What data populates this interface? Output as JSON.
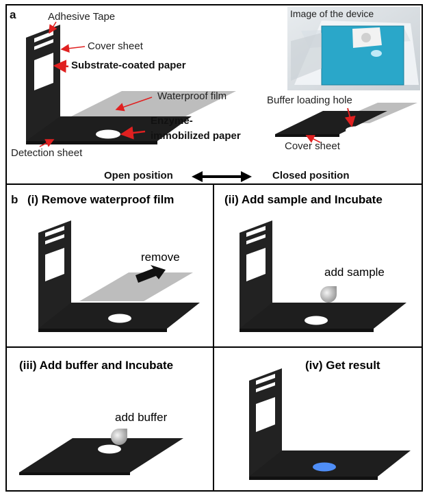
{
  "panel_a": {
    "letter": "a",
    "labels": {
      "adhesive_tape": "Adhesive Tape",
      "cover_sheet": "Cover sheet",
      "substrate_paper": "Substrate-coated paper",
      "waterproof_film": "Waterproof film",
      "enzyme_paper_line1": "Enzyme-",
      "enzyme_paper_line2": "immobilized paper",
      "detection_sheet": "Detection sheet",
      "photo_caption": "Image of the device",
      "buffer_hole": "Buffer loading hole",
      "cover_sheet_closed": "Cover sheet",
      "open_position": "Open position",
      "closed_position": "Closed position"
    }
  },
  "panel_b": {
    "letter": "b",
    "steps": [
      {
        "title": "(i) Remove waterproof film",
        "annotation": "remove"
      },
      {
        "title": "(ii) Add sample and Incubate",
        "annotation": "add sample"
      },
      {
        "title": "(iii) Add buffer and Incubate",
        "annotation": "add buffer"
      },
      {
        "title": "(iv) Get  result",
        "annotation": ""
      }
    ]
  },
  "colors": {
    "device": "#222222",
    "film": "#bdbdbd",
    "arrow_red": "#e02020",
    "photo_blue": "#2aa7c9",
    "result_blue": "#4f8ef7"
  }
}
